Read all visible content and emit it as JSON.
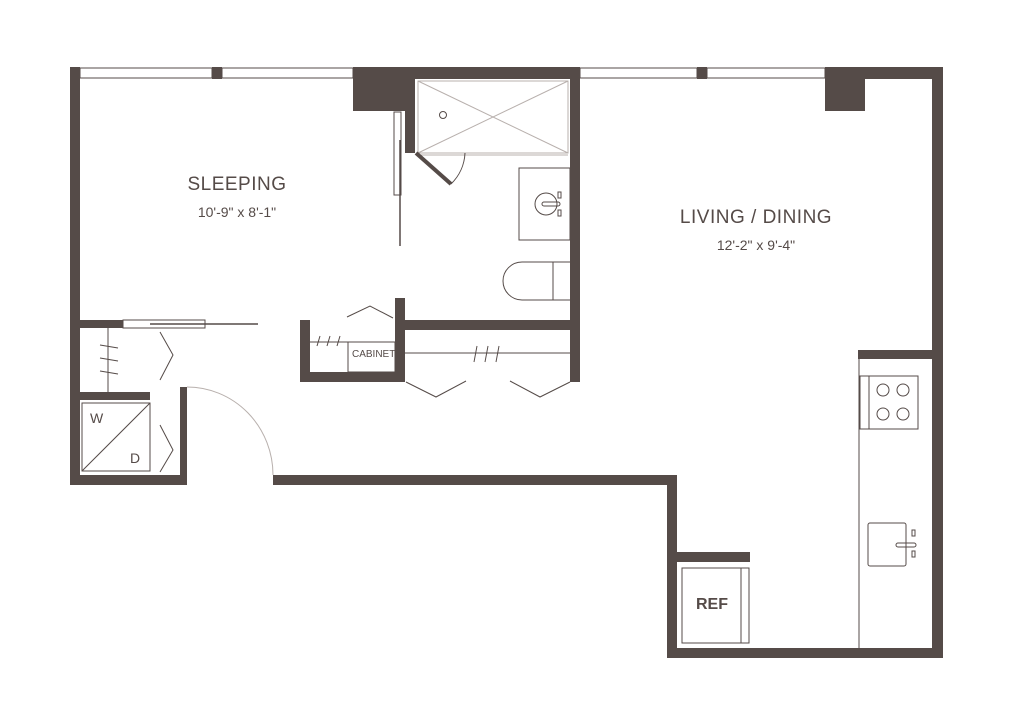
{
  "rooms": {
    "sleeping": {
      "name": "SLEEPING",
      "dimensions": "10'-9\" x 8'-1\""
    },
    "living_dining": {
      "name": "LIVING / DINING",
      "dimensions": "12'-2\" x 9'-4\""
    }
  },
  "fixtures": {
    "cabinet": "CABINET",
    "washer": "W",
    "dryer": "D",
    "refrigerator": "REF"
  },
  "colors": {
    "wall": "#554b48"
  }
}
